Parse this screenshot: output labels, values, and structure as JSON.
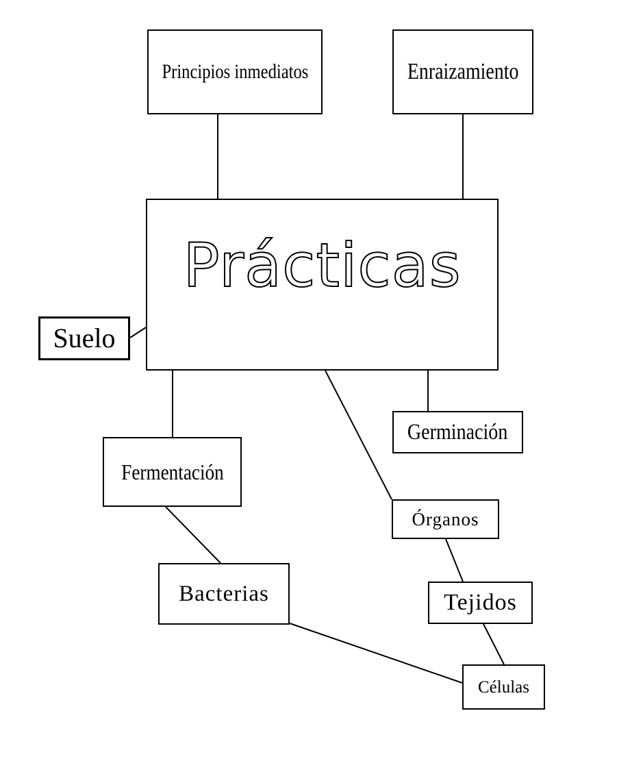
{
  "diagram": {
    "central": "Prácticas",
    "nodes": {
      "principios": "Principios inmediatos",
      "enraizamiento": "Enraizamiento",
      "suelo": "Suelo",
      "germinacion": "Germinación",
      "fermentacion": "Fermentación",
      "organos": "Órganos",
      "bacterias": "Bacterias",
      "tejidos": "Tejidos",
      "celulas": "Células"
    },
    "edges": [
      [
        "practicas",
        "principios"
      ],
      [
        "practicas",
        "enraizamiento"
      ],
      [
        "practicas",
        "suelo"
      ],
      [
        "practicas",
        "fermentacion"
      ],
      [
        "practicas",
        "organos"
      ],
      [
        "practicas",
        "germinacion"
      ],
      [
        "fermentacion",
        "bacterias"
      ],
      [
        "bacterias",
        "celulas"
      ],
      [
        "organos",
        "tejidos"
      ],
      [
        "tejidos",
        "celulas"
      ]
    ]
  }
}
